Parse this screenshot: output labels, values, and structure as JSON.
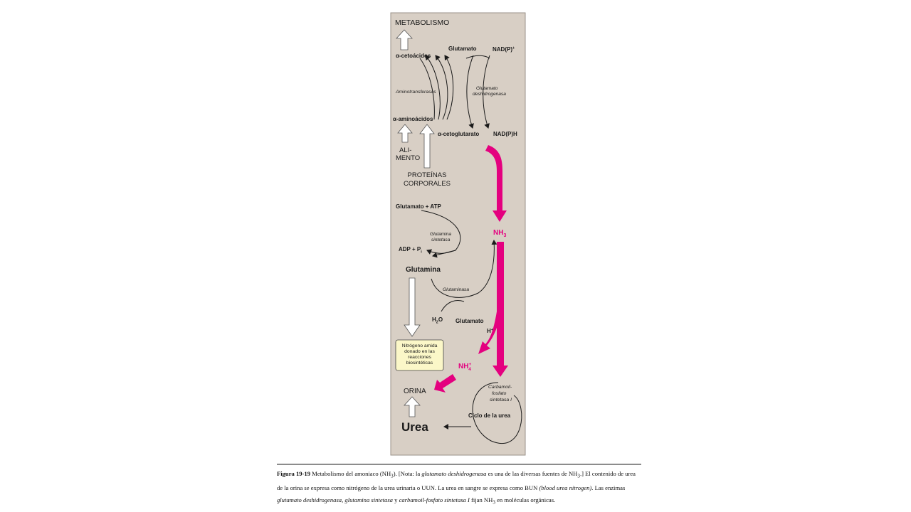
{
  "diagram": {
    "title": "METABOLISMO",
    "glutamato_top": "Glutamato",
    "nadp": "NAD(P)",
    "nadp_sup": "+",
    "alfa_cetoacidos": "α-cetoácidos",
    "aminotransferasas": "Aminotransferasas",
    "glutamato_deshidrogenasa_1": "Glutamato",
    "glutamato_deshidrogenasa_2": "deshidrogenasa",
    "alfa_aminoacidos": "α-aminoácidos",
    "alfa_cetoglutarato": "α-cetoglutarato",
    "nadph": "NAD(P)H",
    "alimento_1": "ALI-",
    "alimento_2": "MENTO",
    "proteinas_1": "PROTEÍNAS",
    "proteinas_2": "CORPORALES",
    "glutamato_atp": "Glutamato + ATP",
    "nh3": "NH",
    "nh3_sub": "3",
    "glutamina_sintetasa_1": "Glutamina",
    "glutamina_sintetasa_2": "sintetasa",
    "adp_pi": "ADP + P",
    "adp_pi_sub": "i",
    "glutamina": "Glutamina",
    "glutaminasa": "Glutaminasa",
    "h2o": "H",
    "h2o_sub": "2",
    "h2o_end": "O",
    "glutamato_bottom": "Glutamato",
    "h_plus": "H",
    "h_plus_sup": "+",
    "amida_1": "Nitrógeno amida",
    "amida_2": "donado en las",
    "amida_3": "reacciones",
    "amida_4": "biosintéticas",
    "nh4": "NH",
    "nh4_sup": "+",
    "nh4_sub": "4",
    "carbamoil_1": "Carbamoil-",
    "carbamoil_2": "fosfato",
    "carbamoil_3": "sintetasa I",
    "ciclo_urea": "Ciclo de la urea",
    "orina": "ORINA",
    "urea": "Urea"
  },
  "caption": {
    "label": "Figura 19-19",
    "p1": " Metabolismo del amoniaco (NH",
    "sub_1": "3",
    "p2": "). [Nota: la ",
    "i1": "glutamato deshidrogenasa",
    "p3": " es una de las diversas fuentes de NH",
    "sub_2": "3",
    "p4": ".] El contenido de urea de la orina se expresa como nitrógeno de la urea urinaria o UUN. La urea en sangre se expresa como BUN ",
    "i2": "(blood urea nitrogen)",
    "p5": ". Las enzimas ",
    "i3": "glutamato deshidrogenasa, glutamina sintetasa",
    "p6": " y ",
    "i4": "carbamoil-fosfato sintetasa I",
    "p7": " fijan NH",
    "sub_3": "3",
    "p8": " en moléculas orgánicas."
  },
  "colors": {
    "panel": "#d8cfc5",
    "magenta": "#e4007f",
    "note_box": "#fbf7c8",
    "text": "#1a1a1a"
  }
}
